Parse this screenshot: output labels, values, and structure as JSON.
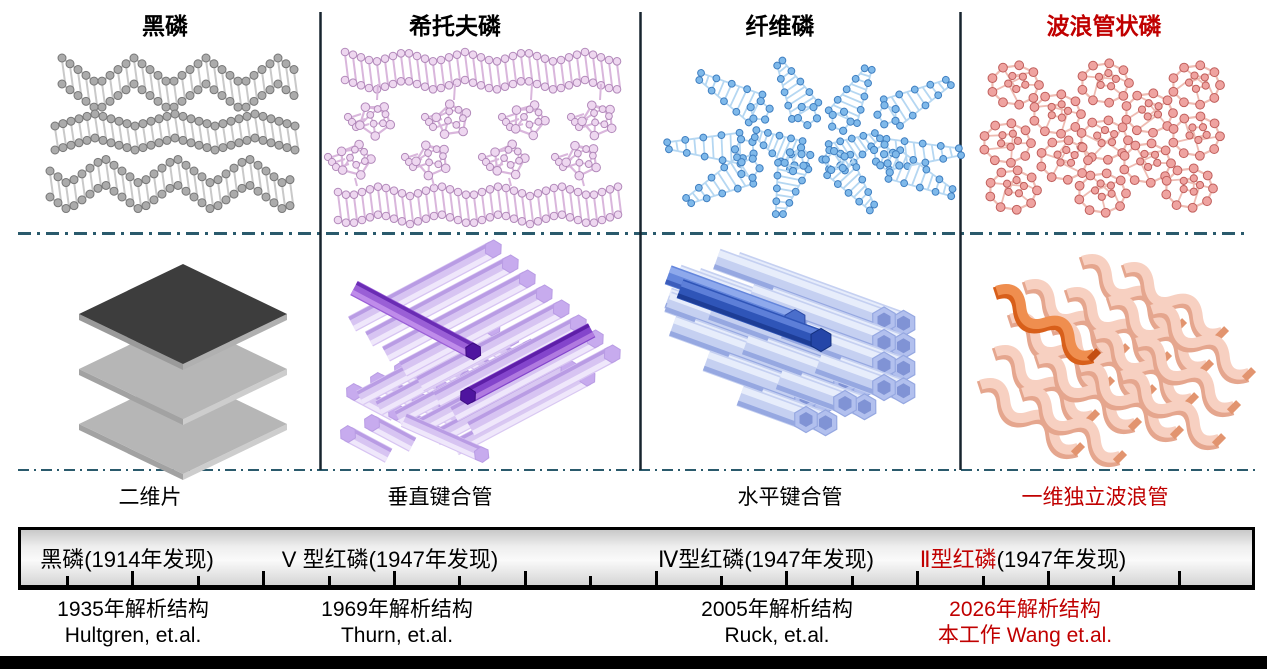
{
  "headers": [
    {
      "text": "黑磷",
      "color": "#000000"
    },
    {
      "text": "希托夫磷",
      "color": "#000000"
    },
    {
      "text": "纤维磷",
      "color": "#000000"
    },
    {
      "text": "波浪管状磷",
      "color": "#c00000"
    }
  ],
  "row_labels": [
    {
      "text": "二维片",
      "color": "#000000"
    },
    {
      "text": "垂直键合管",
      "color": "#000000"
    },
    {
      "text": "水平键合管",
      "color": "#000000"
    },
    {
      "text": "一维独立波浪管",
      "color": "#c00000"
    }
  ],
  "timeline": {
    "items": [
      {
        "red": "",
        "rest": "黑磷(1914年发现)"
      },
      {
        "red": "",
        "rest": "V 型红磷(1947年发现)"
      },
      {
        "red": "",
        "rest": "Ⅳ型红磷(1947年发现)"
      },
      {
        "red": "Ⅱ型红磷",
        "rest": "(1947年发现)"
      }
    ]
  },
  "discoveries": [
    {
      "year_line": "1935年解析结构",
      "authors": "Hultgren, et.al.",
      "color": "#000000"
    },
    {
      "year_line": "1969年解析结构",
      "authors": "Thurn, et.al.",
      "color": "#000000"
    },
    {
      "year_line": "2005年解析结构",
      "authors": "Ruck, et.al.",
      "color": "#000000"
    },
    {
      "year_line": "2026年解析结构",
      "authors": "本工作 Wang et.al.",
      "color": "#c00000"
    }
  ],
  "colors": {
    "accent_red": "#c00000",
    "divider_teal": "#2a5a6c",
    "vline_navy": "#17242e",
    "gray": {
      "atom": "#ababab",
      "edge": "#777777",
      "bond": "#c9c9c9"
    },
    "plum": {
      "atom": "#eed7f0",
      "edge": "#b289ba",
      "bond": "#d9b6dc"
    },
    "blue": {
      "atom": "#7fb9ea",
      "edge": "#3f7fc1",
      "bond": "#b5d7f2"
    },
    "coral": {
      "atom": "#efa3a0",
      "edge": "#c05f5c",
      "bond": "#eebbb2"
    },
    "sheets": {
      "dark": "#3d3d3d",
      "dark_edge": "#9a9a9a",
      "light": "#b6b6b6",
      "light_edge": "#a2a2a2"
    },
    "purple_tube": {
      "body": "#d7c4f2",
      "hi": "#efe7fb",
      "lo": "#b99ce4",
      "cap": "#c7abee",
      "dark": "#9a5fd6",
      "dark2": "#8445cc",
      "darkcap": "#4f149f"
    },
    "blue_tube": {
      "body": "#c5d0f1",
      "hi": "#e7edfb",
      "lo": "#96a8e1",
      "cap": "#b2c0ee",
      "capin": "#8093d5",
      "dark": "#2f55b8",
      "med": "#6486dc"
    },
    "wavy": {
      "body": "#f7d0c1",
      "edge": "#e5a68e",
      "cap": "#e2946f",
      "orange": "#ef8e4f",
      "orange_edge": "#d85f1a",
      "orange_cap": "#c44e12"
    }
  }
}
